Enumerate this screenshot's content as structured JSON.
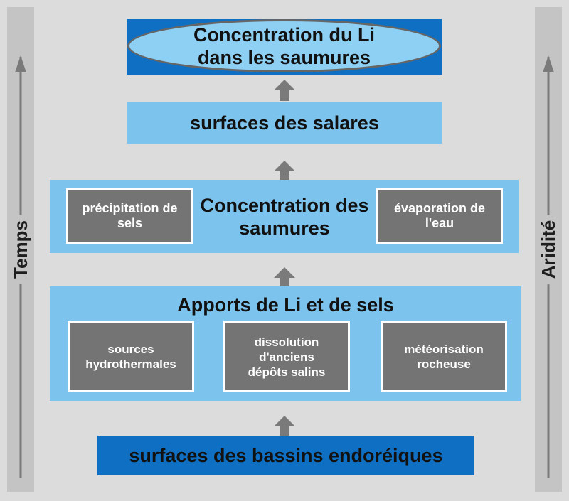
{
  "left_axis": {
    "label": "Temps"
  },
  "right_axis": {
    "label": "Aridité"
  },
  "nodes": {
    "top": "Concentration du Li dans les saumures",
    "salares": "surfaces des salares",
    "concentration": {
      "title": "Concentration des saumures",
      "left": "précipitation de sels",
      "right": "évaporation de l'eau"
    },
    "apports": {
      "title": "Apports de Li et de sels",
      "items": [
        "sources hydrothermales",
        "dissolution d'anciens dépôts salins",
        "météorisation rocheuse"
      ]
    },
    "bottom": "surfaces des bassins endoréiques"
  },
  "colors": {
    "background": "#dcdcdc",
    "side_column": "#c4c4c4",
    "dark_blue": "#0f6fc2",
    "light_blue": "#7cc4ee",
    "ellipse_fill": "#8ed0f4",
    "gray_box": "#747474",
    "arrow": "#7a7a7a"
  }
}
